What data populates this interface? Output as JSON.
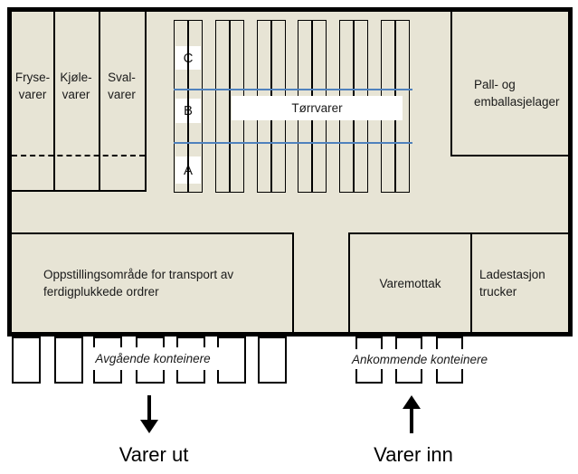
{
  "colors": {
    "floor": "#E7E4D5",
    "wall": "#000000",
    "rack_zone_divider_line": "#4F81BD",
    "container_fill": "#FFFFFF"
  },
  "zones": {
    "frysevarer": {
      "label": "Fryse-\nvarer"
    },
    "kjolevarer": {
      "label": "Kjøle-\nvarer"
    },
    "svalvarer": {
      "label": "Sval-\nvarer"
    },
    "pall_emballasje": {
      "label": "Pall- og\nemballasjelager"
    },
    "torrvarer": {
      "label": "Tørrvarer"
    },
    "oppstilling": {
      "label": "Oppstillingsområde for transport av\nferdigplukkede ordrer"
    },
    "varemottak": {
      "label": "Varemottak"
    },
    "ladestasjon": {
      "label": "Ladestasjon\ntrucker"
    }
  },
  "rack_rows": {
    "top": "C",
    "middle": "B",
    "bottom": "A"
  },
  "racks": {
    "group_count": 6,
    "columns_per_group": 2
  },
  "containers": {
    "outbound_count": 7,
    "inbound_count": 3,
    "outbound_label": "Avgående konteinere",
    "inbound_label": "Ankommende konteinere"
  },
  "flows": {
    "outbound": "Varer ut",
    "inbound": "Varer inn"
  }
}
